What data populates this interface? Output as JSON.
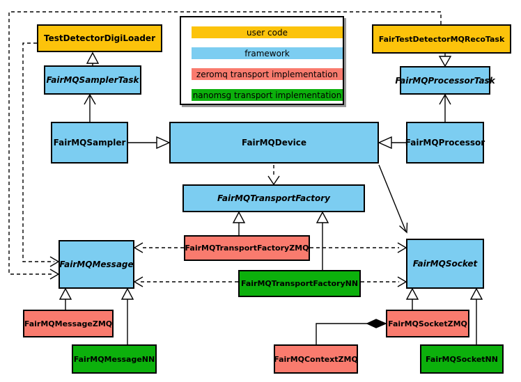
{
  "colors": {
    "user_code": "#FCC30B",
    "framework": "#7CCDF1",
    "zeromq": "#F97B6E",
    "nanomsg": "#0CB00C"
  },
  "legend": {
    "items": [
      {
        "label": "user code"
      },
      {
        "label": "framework"
      },
      {
        "label": "zeromq transport implementation"
      },
      {
        "label": "nanomsg transport implementation"
      }
    ]
  },
  "nodes": {
    "test_detector_digi_loader": {
      "label": "TestDetectorDigiLoader",
      "category": "user code",
      "abstract": false
    },
    "fair_test_detector_mq_reco_task": {
      "label": "FairTestDetectorMQRecoTask",
      "category": "user code",
      "abstract": false
    },
    "fairmq_sampler_task": {
      "label": "FairMQSamplerTask",
      "category": "framework",
      "abstract": true
    },
    "fairmq_processor_task": {
      "label": "FairMQProcessorTask",
      "category": "framework",
      "abstract": true
    },
    "fairmq_sampler": {
      "label": "FairMQSampler",
      "category": "framework",
      "abstract": false
    },
    "fairmq_device": {
      "label": "FairMQDevice",
      "category": "framework",
      "abstract": false
    },
    "fairmq_processor": {
      "label": "FairMQProcessor",
      "category": "framework",
      "abstract": false
    },
    "fairmq_transport_factory": {
      "label": "FairMQTransportFactory",
      "category": "framework",
      "abstract": true
    },
    "fairmq_transport_factory_zmq": {
      "label": "FairMQTransportFactoryZMQ",
      "category": "zeromq",
      "abstract": false
    },
    "fairmq_transport_factory_nn": {
      "label": "FairMQTransportFactoryNN",
      "category": "nanomsg",
      "abstract": false
    },
    "fairmq_message": {
      "label": "FairMQMessage",
      "category": "framework",
      "abstract": true
    },
    "fairmq_socket": {
      "label": "FairMQSocket",
      "category": "framework",
      "abstract": true
    },
    "fairmq_message_zmq": {
      "label": "FairMQMessageZMQ",
      "category": "zeromq",
      "abstract": false
    },
    "fairmq_message_nn": {
      "label": "FairMQMessageNN",
      "category": "nanomsg",
      "abstract": false
    },
    "fairmq_context_zmq": {
      "label": "FairMQContextZMQ",
      "category": "zeromq",
      "abstract": false
    },
    "fairmq_socket_zmq": {
      "label": "FairMQSocketZMQ",
      "category": "zeromq",
      "abstract": false
    },
    "fairmq_socket_nn": {
      "label": "FairMQSocketNN",
      "category": "nanomsg",
      "abstract": false
    }
  },
  "relations": [
    {
      "from": "FairMQSamplerTask",
      "to": "TestDetectorDigiLoader",
      "type": "generalization"
    },
    {
      "from": "FairTestDetectorMQRecoTask",
      "to": "FairMQProcessorTask",
      "type": "generalization"
    },
    {
      "from": "FairMQSampler",
      "to": "FairMQSamplerTask",
      "type": "open-arrow"
    },
    {
      "from": "FairMQProcessor",
      "to": "FairMQProcessorTask",
      "type": "open-arrow"
    },
    {
      "from": "FairMQSampler",
      "to": "FairMQDevice",
      "type": "generalization"
    },
    {
      "from": "FairMQProcessor",
      "to": "FairMQDevice",
      "type": "generalization"
    },
    {
      "from": "FairMQDevice",
      "to": "FairMQTransportFactory",
      "type": "dashed-arrow"
    },
    {
      "from": "FairMQDevice",
      "to": "FairMQSocket",
      "type": "open-arrow"
    },
    {
      "from": "FairMQTransportFactoryZMQ",
      "to": "FairMQTransportFactory",
      "type": "generalization"
    },
    {
      "from": "FairMQTransportFactoryNN",
      "to": "FairMQTransportFactory",
      "type": "generalization"
    },
    {
      "from": "FairMQTransportFactoryZMQ",
      "to": "FairMQMessage",
      "type": "dashed-arrow"
    },
    {
      "from": "FairMQTransportFactoryZMQ",
      "to": "FairMQSocket",
      "type": "dashed-arrow"
    },
    {
      "from": "FairMQTransportFactoryNN",
      "to": "FairMQMessage",
      "type": "dashed-arrow"
    },
    {
      "from": "FairMQTransportFactoryNN",
      "to": "FairMQSocket",
      "type": "dashed-arrow"
    },
    {
      "from": "TestDetectorDigiLoader",
      "to": "FairMQMessage",
      "type": "dashed-arrow"
    },
    {
      "from": "FairTestDetectorMQRecoTask",
      "to": "FairMQMessage",
      "type": "dashed-arrow"
    },
    {
      "from": "FairMQMessageZMQ",
      "to": "FairMQMessage",
      "type": "generalization"
    },
    {
      "from": "FairMQMessageNN",
      "to": "FairMQMessage",
      "type": "generalization"
    },
    {
      "from": "FairMQSocketZMQ",
      "to": "FairMQSocket",
      "type": "generalization"
    },
    {
      "from": "FairMQSocketNN",
      "to": "FairMQSocket",
      "type": "generalization"
    },
    {
      "from": "FairMQSocketZMQ",
      "to": "FairMQContextZMQ",
      "type": "composition"
    }
  ]
}
